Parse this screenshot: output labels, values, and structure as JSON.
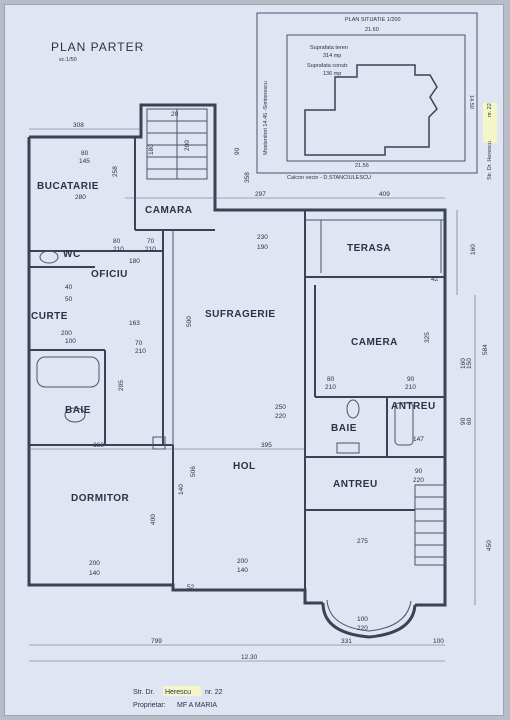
{
  "plan_title": "PLAN PARTER",
  "plan_scale": "sc.1/50",
  "situation": {
    "title": "PLAN SITUATIE 1/200",
    "width_top": "21.60",
    "width_bottom": "21.56",
    "depth": "14.50",
    "left_label": "Mostenitori 14.45 -Simionescu",
    "right_label": "Str. Dr. Herescu",
    "right_number": "nr. 22",
    "bottom_label": "Calcon vecin - D.STANCIULESCU",
    "teren": "Suprafata teren",
    "teren_val": "314 mp",
    "constr": "Suprafata constr.",
    "constr_val": "136 mp"
  },
  "rooms": {
    "bucatarie": "BUCATARIE",
    "camara": "CAMARA",
    "wc": "WC",
    "oficiu": "OFICIU",
    "curte": "CURTE",
    "baie_left": "BAIE",
    "sufragerie": "SUFRAGERIE",
    "terasa": "TERASA",
    "camera": "CAMERA",
    "antreu_right": "ANTREU",
    "baie_right": "BAIE",
    "hol": "HOL",
    "antreu_bottom": "ANTREU",
    "dormitor": "DORMITOR"
  },
  "dims": {
    "d308": "308",
    "d80": "80",
    "d145": "145",
    "d280": "280",
    "d258": "258",
    "d20a": "20",
    "d180": "180",
    "d200a": "200",
    "d90": "90",
    "d358": "358",
    "d297": "297",
    "d409": "409",
    "d160": "160",
    "d230": "230",
    "d190": "190",
    "d210a": "210",
    "d70a": "70",
    "d40": "40",
    "d50": "50",
    "d180b": "180",
    "d80b": "80",
    "d210b": "210",
    "d163": "163",
    "d500": "500",
    "d200b": "200",
    "d100": "100",
    "d70b": "70",
    "d210c": "210",
    "d295": "295",
    "d250": "250",
    "d220a": "220",
    "d395": "395",
    "d360": "-360",
    "d584": "584",
    "d325": "325",
    "d80c": "80",
    "d210d": "210",
    "d90b": "90",
    "d210e": "210",
    "d147": "147",
    "d90c": "90",
    "d220b": "220",
    "d42": "42",
    "d506": "506",
    "d140a": "140",
    "d400": "400",
    "d200c": "200",
    "d140b": "140",
    "d200d": "200",
    "d140c": "140",
    "d275": "275",
    "d100b": "100",
    "d220c": "220",
    "d450": "450",
    "d52": "52",
    "d799": "799",
    "d331": "331",
    "d100c": "100",
    "d1230": "12.30",
    "d160b": "160",
    "d150": "150",
    "d90d": "90",
    "d60": "60"
  },
  "footer": {
    "street_label": "Str. Dr.",
    "street_name": "Herescu",
    "street_nr": "nr. 22",
    "owner_label": "Proprietar:",
    "owner_name": "MF A MARIA"
  }
}
